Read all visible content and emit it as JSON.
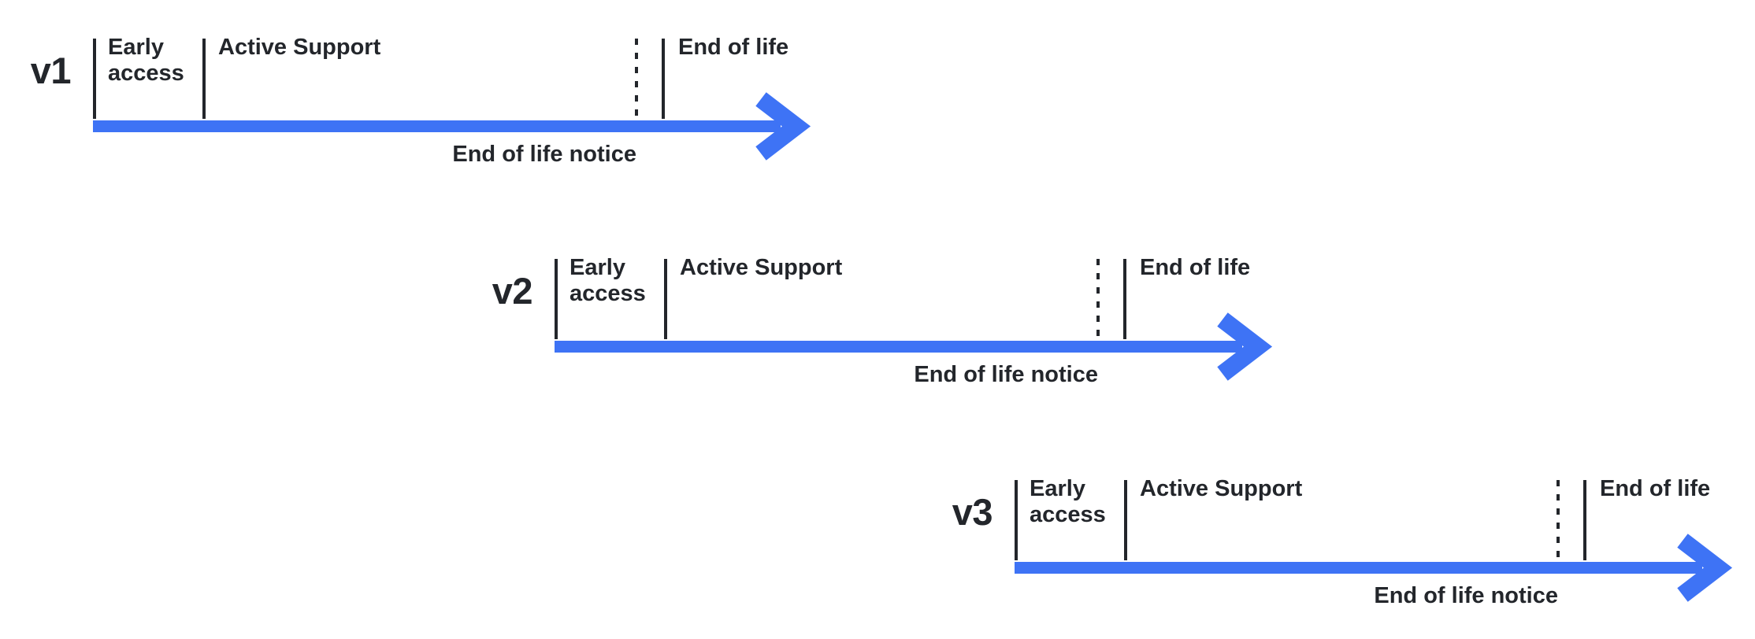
{
  "diagram": {
    "background": "#ffffff",
    "ink_color": "#23262B",
    "arrow_color": "#3E73F5",
    "description": "Staggered release lifecycle timelines for three versions"
  },
  "timelines": [
    {
      "version": "v1",
      "early_access": "Early access",
      "active_support": "Active Support",
      "end_of_life": "End of life",
      "end_of_life_notice": "End of life notice"
    },
    {
      "version": "v2",
      "early_access": "Early access",
      "active_support": "Active Support",
      "end_of_life": "End of life",
      "end_of_life_notice": "End of life notice"
    },
    {
      "version": "v3",
      "early_access": "Early access",
      "active_support": "Active Support",
      "end_of_life": "End of life",
      "end_of_life_notice": "End of life notice"
    }
  ]
}
